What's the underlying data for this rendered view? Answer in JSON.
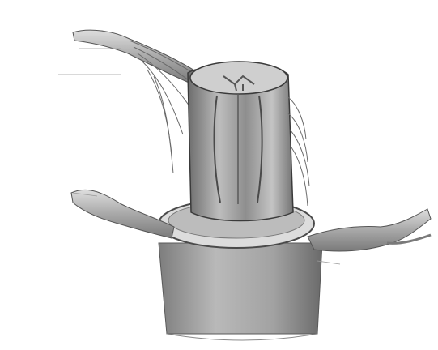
{
  "figure": {
    "palette": {
      "outline": "#3a3a3a",
      "grey_dark": "#6f6f6f",
      "grey_mid": "#9a9a9a",
      "grey_light": "#c9c9c9",
      "paper": "#ffffff"
    }
  },
  "annotations": [
    {
      "name": "label-top-left",
      "text": ""
    },
    {
      "name": "label-top-right",
      "text": ""
    },
    {
      "name": "label-upper-left-1",
      "text": ""
    },
    {
      "name": "label-upper-left-2",
      "text": ""
    },
    {
      "name": "label-right-1",
      "text": ""
    },
    {
      "name": "label-right-2",
      "text": ""
    },
    {
      "name": "label-right-3",
      "text": ""
    },
    {
      "name": "label-middle-left",
      "text": ""
    },
    {
      "name": "label-right-4",
      "text": ""
    },
    {
      "name": "label-right-5",
      "text": ""
    },
    {
      "name": "label-lower-left",
      "text": ""
    },
    {
      "name": "label-right-6",
      "text": ""
    },
    {
      "name": "label-bottom-right",
      "text": ""
    }
  ]
}
